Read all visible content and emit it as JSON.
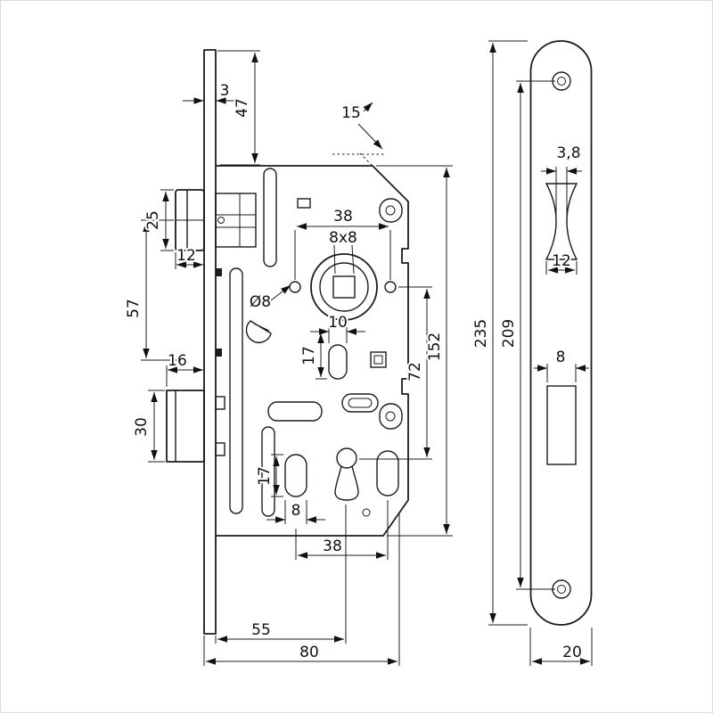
{
  "drawing": {
    "dims": {
      "plate_thickness": "3",
      "top_offset": "47",
      "chamfer": "15",
      "latch_height": "25",
      "latch_throw": "12",
      "axis_gap": "57",
      "bolt_throw": "16",
      "bolt_height": "30",
      "follower_span": "38",
      "square_size": "8x8",
      "pin_diameter": "Ø8",
      "oval_width": "10",
      "oval_height": "17",
      "centre_distance": "72",
      "case_height": "152",
      "slot_height": "17",
      "slot_width": "8",
      "bottom_span": "38",
      "backset": "55",
      "case_depth": "80",
      "plate_length": "235",
      "screw_centres": "209",
      "cutout_lip": "3,8",
      "latch_cutout_width": "12",
      "bolt_cutout_width": "8",
      "plate_width": "20"
    }
  }
}
